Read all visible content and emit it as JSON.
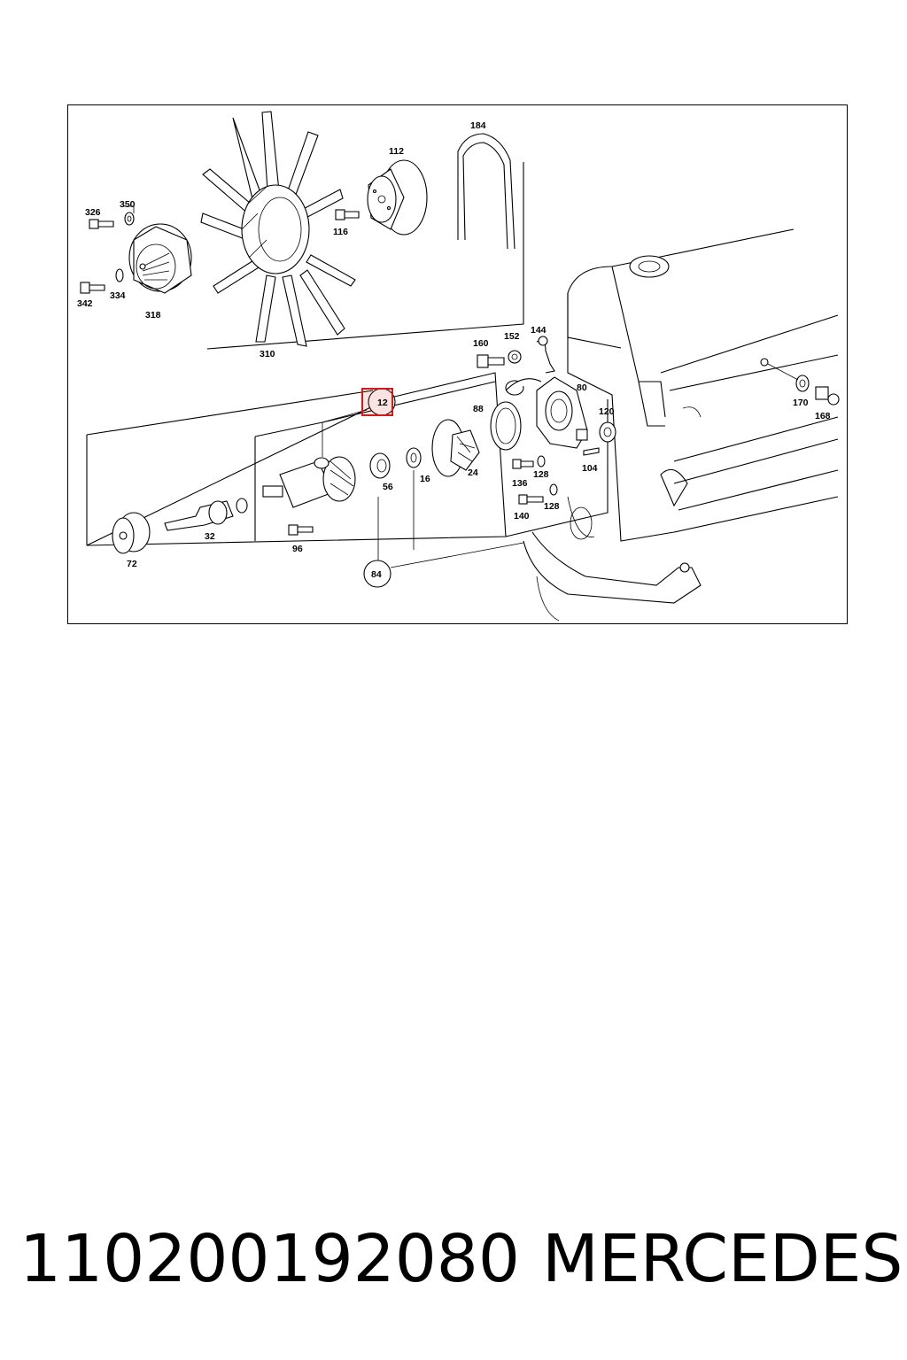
{
  "diagram": {
    "highlight_color": "#d11a1a",
    "highlighted_callout": "12",
    "callouts": {
      "c326": "326",
      "c350": "350",
      "c342": "342",
      "c334": "334",
      "c318": "318",
      "c310": "310",
      "c116": "116",
      "c112": "112",
      "c184": "184",
      "c160": "160",
      "c152": "152",
      "c144": "144",
      "c80": "80",
      "c88": "88",
      "c120": "120",
      "c170": "170",
      "c168": "168",
      "c12": "12",
      "c56": "56",
      "c16": "16",
      "c24": "24",
      "c136": "136",
      "c128a": "128",
      "c128b": "128",
      "c140": "140",
      "c104": "104",
      "c32": "32",
      "c72": "72",
      "c96": "96",
      "c84": "84"
    }
  },
  "footer": {
    "part_number": "110200192080",
    "brand": "MERCEDES"
  }
}
